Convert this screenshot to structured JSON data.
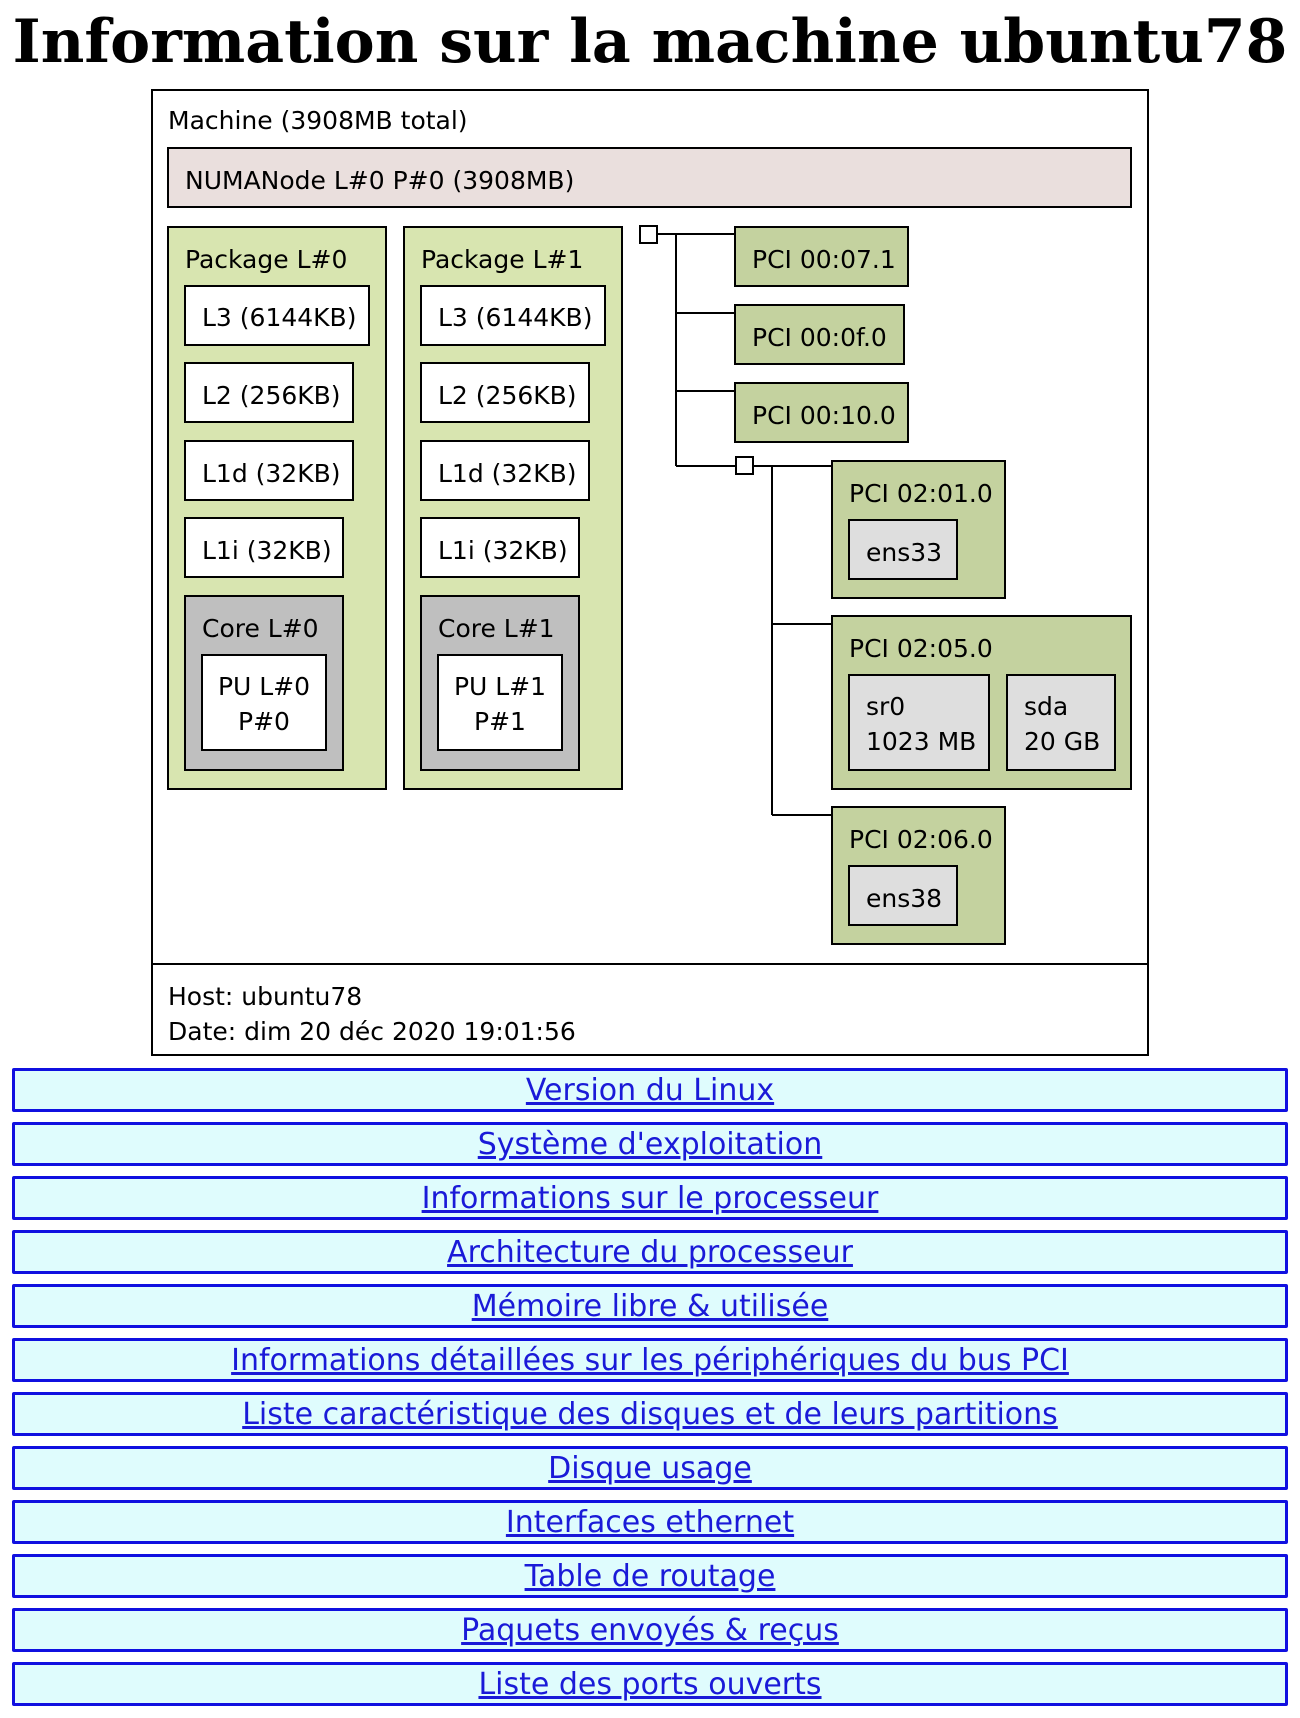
{
  "page": {
    "title": "Information sur la machine ubuntu78"
  },
  "topology": {
    "machine": "Machine (3908MB total)",
    "numanode": "NUMANode L#0 P#0 (3908MB)",
    "packages": [
      {
        "label": "Package L#0",
        "l3": "L3 (6144KB)",
        "l2": "L2 (256KB)",
        "l1d": "L1d (32KB)",
        "l1i": "L1i (32KB)",
        "core": "Core L#0",
        "pu_line1": "PU L#0",
        "pu_line2": "P#0"
      },
      {
        "label": "Package L#1",
        "l3": "L3 (6144KB)",
        "l2": "L2 (256KB)",
        "l1d": "L1d (32KB)",
        "l1i": "L1i (32KB)",
        "core": "Core L#1",
        "pu_line1": "PU L#1",
        "pu_line2": "P#1"
      }
    ],
    "pci_simple": [
      "PCI 00:07.1",
      "PCI 00:0f.0",
      "PCI 00:10.0"
    ],
    "pci_bridge_devices": [
      {
        "label": "PCI 02:01.0",
        "children": [
          {
            "line1": "ens33"
          }
        ]
      },
      {
        "label": "PCI 02:05.0",
        "children": [
          {
            "line1": "sr0",
            "line2": "1023 MB"
          },
          {
            "line1": "sda",
            "line2": "20 GB"
          }
        ]
      },
      {
        "label": "PCI 02:06.0",
        "children": [
          {
            "line1": "ens38"
          }
        ]
      }
    ],
    "host": "Host: ubuntu78",
    "date": "Date: dim 20 déc 2020 19:01:56"
  },
  "colors": {
    "numa_fill": "#eadfdd",
    "package_fill": "#d8e5b0",
    "pci_fill": "#c4d29f",
    "core_fill": "#bfbfbf",
    "os_device_fill": "#dedede",
    "link_background": "#dffcfd",
    "link_border": "#1010e0",
    "link_text": "#1a1ad8"
  },
  "links": [
    "Version du Linux",
    "Système d'exploitation",
    "Informations sur le processeur",
    "Architecture du processeur",
    "Mémoire libre & utilisée",
    "Informations détaillées sur les périphériques du bus PCI",
    "Liste caractéristique des disques et de leurs partitions",
    "Disque usage",
    "Interfaces ethernet",
    "Table de routage",
    "Paquets envoyés & reçus",
    "Liste des ports ouverts"
  ]
}
